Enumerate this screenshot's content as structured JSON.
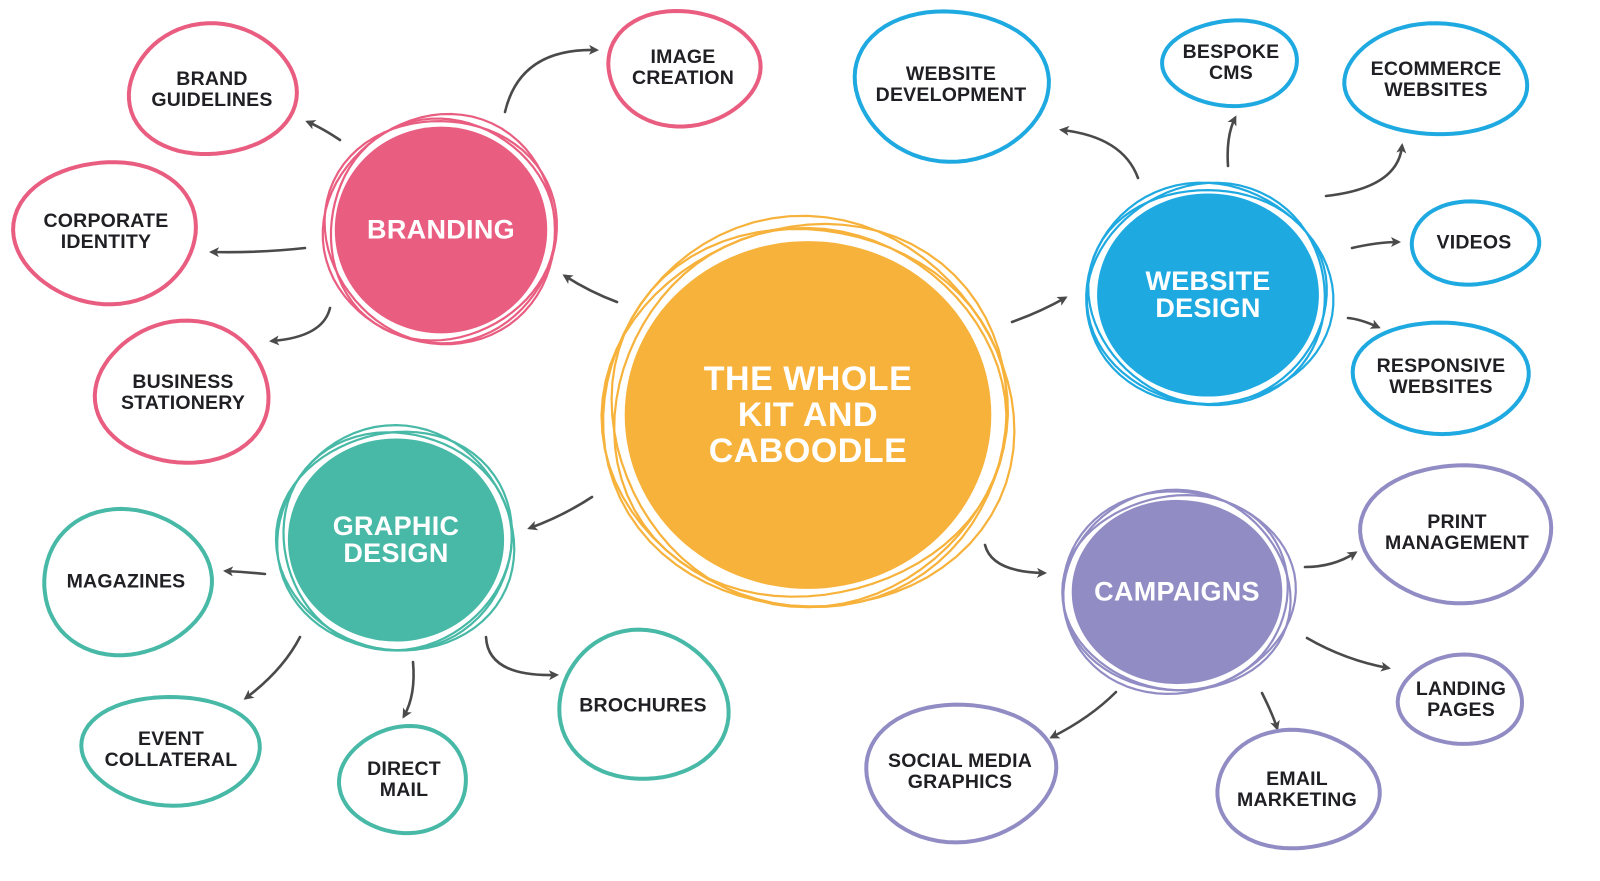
{
  "colors": {
    "root": "#F7B23B",
    "branding": "#E95E80",
    "graphic_design": "#47B9A6",
    "website_design": "#1FA9E1",
    "campaigns": "#918DC4",
    "arrow": "#4a4a4a",
    "leaf_text": "#1f1f24",
    "hub_text": "#ffffff"
  },
  "root": {
    "lines": [
      "THE WHOLE",
      "KIT AND",
      "CABOODLE"
    ]
  },
  "categories": [
    {
      "id": "branding",
      "lines": [
        "BRANDING"
      ],
      "color": "#E95E80",
      "leaves": [
        {
          "id": "brand-guidelines",
          "lines": [
            "BRAND",
            "GUIDELINES"
          ]
        },
        {
          "id": "image-creation",
          "lines": [
            "IMAGE",
            "CREATION"
          ]
        },
        {
          "id": "corporate-identity",
          "lines": [
            "CORPORATE",
            "IDENTITY"
          ]
        },
        {
          "id": "business-stationery",
          "lines": [
            "BUSINESS",
            "STATIONERY"
          ]
        }
      ]
    },
    {
      "id": "graphic-design",
      "lines": [
        "GRAPHIC",
        "DESIGN"
      ],
      "color": "#47B9A6",
      "leaves": [
        {
          "id": "magazines",
          "lines": [
            "MAGAZINES"
          ]
        },
        {
          "id": "event-collateral",
          "lines": [
            "EVENT",
            "COLLATERAL"
          ]
        },
        {
          "id": "direct-mail",
          "lines": [
            "DIRECT",
            "MAIL"
          ]
        },
        {
          "id": "brochures",
          "lines": [
            "BROCHURES"
          ]
        }
      ]
    },
    {
      "id": "website-design",
      "lines": [
        "WEBSITE",
        "DESIGN"
      ],
      "color": "#1FA9E1",
      "leaves": [
        {
          "id": "website-development",
          "lines": [
            "WEBSITE",
            "DEVELOPMENT"
          ]
        },
        {
          "id": "bespoke-cms",
          "lines": [
            "BESPOKE",
            "CMS"
          ]
        },
        {
          "id": "ecommerce-websites",
          "lines": [
            "ECOMMERCE",
            "WEBSITES"
          ]
        },
        {
          "id": "videos",
          "lines": [
            "VIDEOS"
          ]
        },
        {
          "id": "responsive-websites",
          "lines": [
            "RESPONSIVE",
            "WEBSITES"
          ]
        }
      ]
    },
    {
      "id": "campaigns",
      "lines": [
        "CAMPAIGNS"
      ],
      "color": "#918DC4",
      "leaves": [
        {
          "id": "print-management",
          "lines": [
            "PRINT",
            "MANAGEMENT"
          ]
        },
        {
          "id": "landing-pages",
          "lines": [
            "LANDING",
            "PAGES"
          ]
        },
        {
          "id": "email-marketing",
          "lines": [
            "EMAIL",
            "MARKETING"
          ]
        },
        {
          "id": "social-media-graphics",
          "lines": [
            "SOCIAL MEDIA",
            "GRAPHICS"
          ]
        }
      ]
    }
  ]
}
